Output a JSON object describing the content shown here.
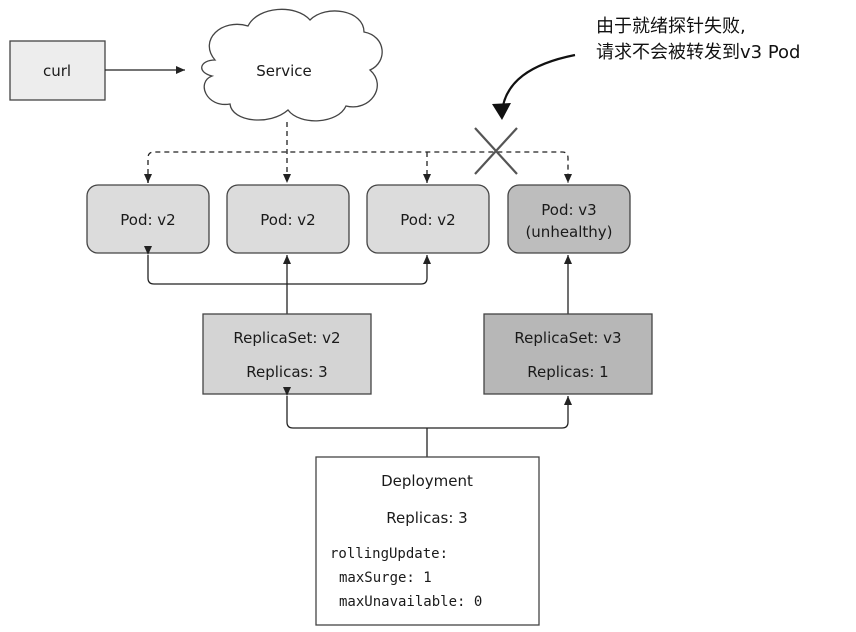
{
  "colors": {
    "pod_v2_fill": "#dcdcdc",
    "pod_v3_fill": "#bdbdbd",
    "rs_v2_fill": "#d4d4d4",
    "rs_v3_fill": "#b7b7b7",
    "curl_fill": "#ededed",
    "stroke": "#444444",
    "blocked_cross": "#555555"
  },
  "curl": {
    "label": "curl"
  },
  "service": {
    "label": "Service"
  },
  "annotation": {
    "line1": "由于就绪探针失败,",
    "line2": "请求不会被转发到v3 Pod"
  },
  "pods": [
    {
      "label": "Pod: v2",
      "label2": ""
    },
    {
      "label": "Pod: v2",
      "label2": ""
    },
    {
      "label": "Pod: v2",
      "label2": ""
    },
    {
      "label": "Pod: v3",
      "label2": "(unhealthy)"
    }
  ],
  "replicasets": [
    {
      "title": "ReplicaSet: v2",
      "replicas": "Replicas: 3"
    },
    {
      "title": "ReplicaSet: v3",
      "replicas": "Replicas: 1"
    }
  ],
  "deployment": {
    "title": "Deployment",
    "replicas": "Replicas: 3",
    "strategy": {
      "line1": "rollingUpdate:",
      "line2": "maxSurge: 1",
      "line3": "maxUnavailable: 0"
    }
  }
}
